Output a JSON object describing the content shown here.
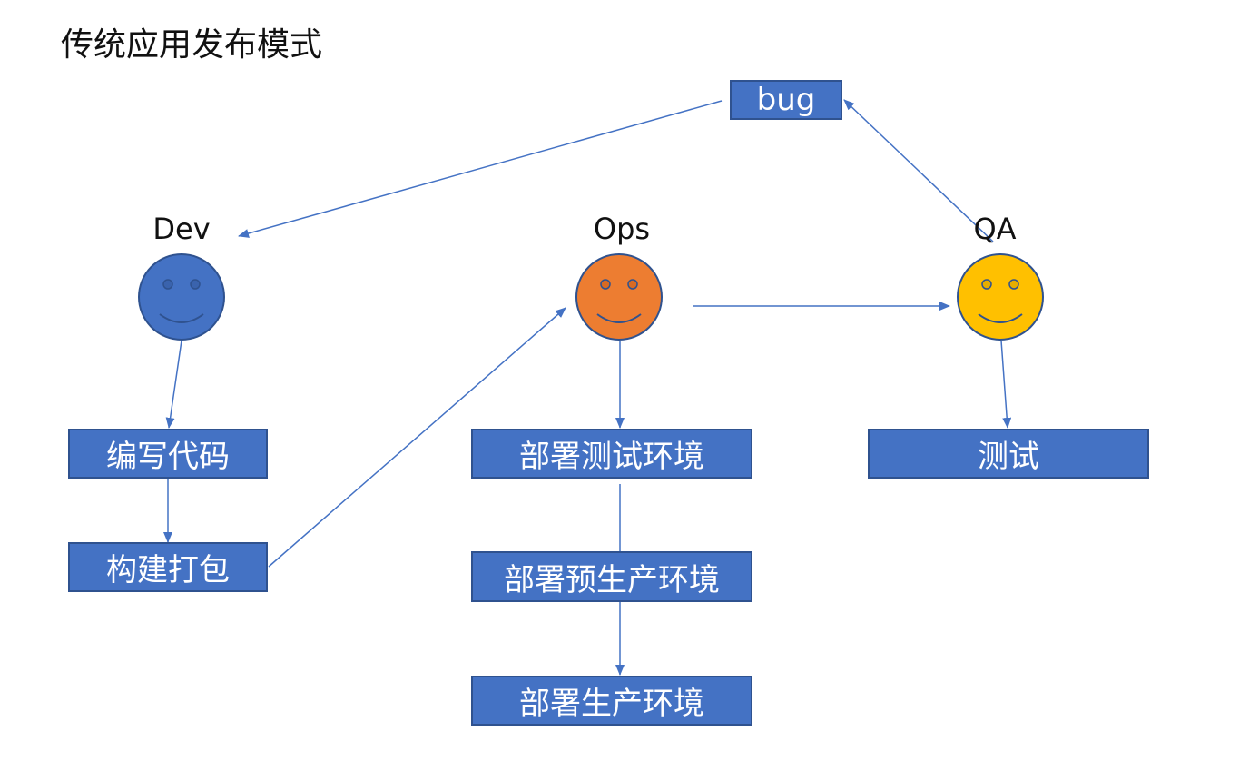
{
  "title": "传统应用发布模式",
  "actors": {
    "dev": {
      "label": "Dev",
      "color": "#4472C4",
      "icon": "smiley-face-icon"
    },
    "ops": {
      "label": "Ops",
      "color": "#ED7D31",
      "icon": "smiley-face-icon"
    },
    "qa": {
      "label": "QA",
      "color": "#FFC000",
      "icon": "smiley-face-icon"
    }
  },
  "boxes": {
    "bug": "bug",
    "write_code": "编写代码",
    "build_package": "构建打包",
    "deploy_test_env": "部署测试环境",
    "deploy_preprod_env": "部署预生产环境",
    "deploy_prod_env": "部署生产环境",
    "test": "测试"
  },
  "colors": {
    "box_fill": "#4472C4",
    "box_border": "#2F528F",
    "arrow": "#4472C4"
  }
}
